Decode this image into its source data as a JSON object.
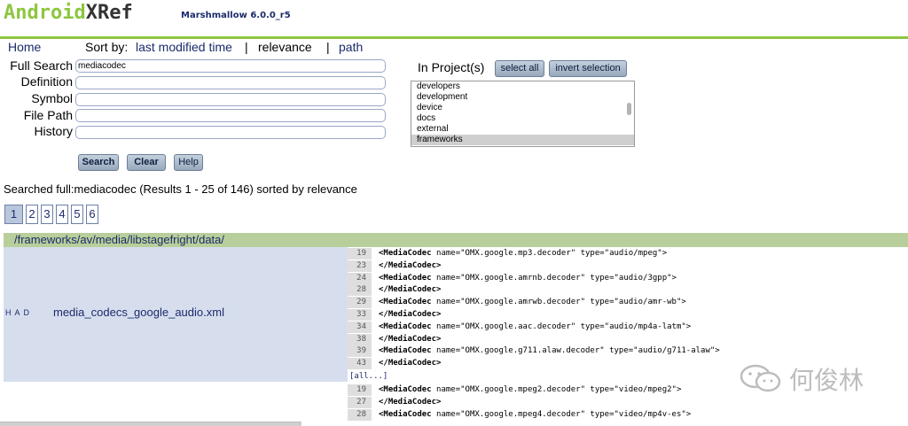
{
  "header": {
    "logo_part1": "Android",
    "logo_part2": "XRef",
    "version": "Marshmallow 6.0.0_r5"
  },
  "nav": {
    "home": "Home",
    "sort_by": "Sort by:",
    "last_modified": "last modified time",
    "sep1": "|",
    "relevance": "relevance",
    "sep2": "|",
    "path": "path"
  },
  "search": {
    "full_search_label": "Full Search",
    "full_search_value": "mediacodec",
    "definition_label": "Definition",
    "symbol_label": "Symbol",
    "file_path_label": "File Path",
    "history_label": "History",
    "search_btn": "Search",
    "clear_btn": "Clear",
    "help_btn": "Help"
  },
  "projects": {
    "label": "In Project(s)",
    "select_all": "select all",
    "invert_selection": "invert selection",
    "items": [
      "developers",
      "development",
      "device",
      "docs",
      "external",
      "frameworks"
    ],
    "selected": "frameworks"
  },
  "summary": "Searched full:mediacodec (Results 1 - 25 of 146) sorted by relevance",
  "pages": [
    "1",
    "2",
    "3",
    "4",
    "5",
    "6"
  ],
  "current_page": "1",
  "directory": "/frameworks/av/media/libstagefright/data/",
  "result1": {
    "had": "H A D",
    "filename": "media_codecs_google_audio.xml",
    "lines": [
      {
        "num": "19",
        "tag": "<MediaCodec",
        "rest": " name=\"OMX.google.mp3.decoder\" type=\"audio/mpeg\">"
      },
      {
        "num": "23",
        "tag": "</MediaCodec>",
        "rest": ""
      },
      {
        "num": "24",
        "tag": "<MediaCodec",
        "rest": " name=\"OMX.google.amrnb.decoder\" type=\"audio/3gpp\">"
      },
      {
        "num": "28",
        "tag": "</MediaCodec>",
        "rest": ""
      },
      {
        "num": "29",
        "tag": "<MediaCodec",
        "rest": " name=\"OMX.google.amrwb.decoder\" type=\"audio/amr-wb\">"
      },
      {
        "num": "33",
        "tag": "</MediaCodec>",
        "rest": ""
      },
      {
        "num": "34",
        "tag": "<MediaCodec",
        "rest": " name=\"OMX.google.aac.decoder\" type=\"audio/mp4a-latm\">"
      },
      {
        "num": "38",
        "tag": "</MediaCodec>",
        "rest": ""
      },
      {
        "num": "39",
        "tag": "<MediaCodec",
        "rest": " name=\"OMX.google.g711.alaw.decoder\" type=\"audio/g711-alaw\">"
      },
      {
        "num": "43",
        "tag": "</MediaCodec>",
        "rest": ""
      }
    ],
    "all_link": "[all...]"
  },
  "result2": {
    "lines": [
      {
        "num": "19",
        "tag": "<MediaCodec",
        "rest": " name=\"OMX.google.mpeg2.decoder\" type=\"video/mpeg2\">"
      },
      {
        "num": "27",
        "tag": "</MediaCodec>",
        "rest": ""
      },
      {
        "num": "28",
        "tag": "<MediaCodec",
        "rest": " name=\"OMX.google.mpeg4.decoder\" type=\"video/mp4v-es\">"
      }
    ]
  },
  "watermark": "何俊林"
}
